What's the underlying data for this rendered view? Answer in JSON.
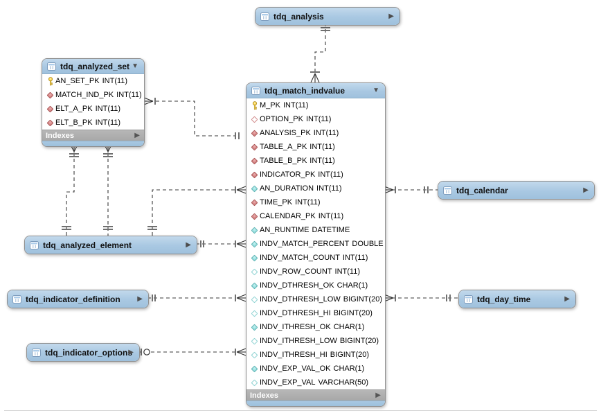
{
  "icons": {
    "collapsed_arrow": "▶",
    "expanded_arrow": "▼",
    "indexes_arrow": "▶"
  },
  "colors": {
    "header_blue": "#A9C8E2",
    "indexes_gray": "#ABABAB",
    "pk_yellow": "#FFD94F",
    "fk_red": "#C96A6A",
    "attr_cyan": "#7FD7D7"
  },
  "diagram": {
    "tables": [
      {
        "id": "tdq_analysis",
        "name": "tdq_analysis",
        "collapsed": true
      },
      {
        "id": "tdq_analyzed_set",
        "name": "tdq_analyzed_set",
        "collapsed": false,
        "footer": "Indexes",
        "columns": [
          {
            "icon": "key",
            "name": "AN_SET_PK",
            "type": "INT(11)"
          },
          {
            "icon": "fk-filled",
            "name": "MATCH_IND_PK",
            "type": "INT(11)"
          },
          {
            "icon": "fk-filled",
            "name": "ELT_A_PK",
            "type": "INT(11)"
          },
          {
            "icon": "fk-filled",
            "name": "ELT_B_PK",
            "type": "INT(11)"
          }
        ]
      },
      {
        "id": "tdq_match_indvalue",
        "name": "tdq_match_indvalue",
        "collapsed": false,
        "footer": "Indexes",
        "columns": [
          {
            "icon": "key",
            "name": "M_PK",
            "type": "INT(11)"
          },
          {
            "icon": "fk-hollow",
            "name": "OPTION_PK",
            "type": "INT(11)"
          },
          {
            "icon": "fk-filled",
            "name": "ANALYSIS_PK",
            "type": "INT(11)"
          },
          {
            "icon": "fk-filled",
            "name": "TABLE_A_PK",
            "type": "INT(11)"
          },
          {
            "icon": "fk-filled",
            "name": "TABLE_B_PK",
            "type": "INT(11)"
          },
          {
            "icon": "fk-filled",
            "name": "INDICATOR_PK",
            "type": "INT(11)"
          },
          {
            "icon": "attr-filled",
            "name": "AN_DURATION",
            "type": "INT(11)"
          },
          {
            "icon": "fk-filled",
            "name": "TIME_PK",
            "type": "INT(11)"
          },
          {
            "icon": "fk-filled",
            "name": "CALENDAR_PK",
            "type": "INT(11)"
          },
          {
            "icon": "attr-filled",
            "name": "AN_RUNTIME",
            "type": "DATETIME"
          },
          {
            "icon": "attr-filled",
            "name": "INDV_MATCH_PERCENT",
            "type": "DOUBLE"
          },
          {
            "icon": "attr-filled",
            "name": "INDV_MATCH_COUNT",
            "type": "INT(11)"
          },
          {
            "icon": "attr-hollow",
            "name": "INDV_ROW_COUNT",
            "type": "INT(11)"
          },
          {
            "icon": "attr-filled",
            "name": "INDV_DTHRESH_OK",
            "type": "CHAR(1)"
          },
          {
            "icon": "attr-hollow",
            "name": "INDV_DTHRESH_LOW",
            "type": "BIGINT(20)"
          },
          {
            "icon": "attr-hollow",
            "name": "INDV_DTHRESH_HI",
            "type": "BIGINT(20)"
          },
          {
            "icon": "attr-filled",
            "name": "INDV_ITHRESH_OK",
            "type": "CHAR(1)"
          },
          {
            "icon": "attr-hollow",
            "name": "INDV_ITHRESH_LOW",
            "type": "BIGINT(20)"
          },
          {
            "icon": "attr-hollow",
            "name": "INDV_ITHRESH_HI",
            "type": "BIGINT(20)"
          },
          {
            "icon": "attr-filled",
            "name": "INDV_EXP_VAL_OK",
            "type": "CHAR(1)"
          },
          {
            "icon": "attr-hollow",
            "name": "INDV_EXP_VAL",
            "type": "VARCHAR(50)"
          }
        ]
      },
      {
        "id": "tdq_calendar",
        "name": "tdq_calendar",
        "collapsed": true
      },
      {
        "id": "tdq_analyzed_element",
        "name": "tdq_analyzed_element",
        "collapsed": true
      },
      {
        "id": "tdq_indicator_definition",
        "name": "tdq_indicator_definition",
        "collapsed": true
      },
      {
        "id": "tdq_day_time",
        "name": "tdq_day_time",
        "collapsed": true
      },
      {
        "id": "tdq_indicator_options",
        "name": "tdq_indicator_options",
        "collapsed": true
      }
    ],
    "relationships": [
      {
        "from": "tdq_analysis",
        "to": "tdq_match_indvalue",
        "from_end": "one",
        "to_end": "many"
      },
      {
        "from": "tdq_analyzed_set",
        "to": "tdq_match_indvalue",
        "from_end": "many",
        "to_end": "one"
      },
      {
        "from": "tdq_analyzed_set",
        "to": "tdq_analyzed_element",
        "from_end": "many",
        "to_end": "one"
      },
      {
        "from": "tdq_analyzed_set",
        "to": "tdq_analyzed_element",
        "from_end": "many",
        "to_end": "one"
      },
      {
        "from": "tdq_match_indvalue",
        "to": "tdq_analyzed_element",
        "from_end": "many",
        "to_end": "one"
      },
      {
        "from": "tdq_match_indvalue",
        "to": "tdq_analyzed_element",
        "from_end": "many",
        "to_end": "one"
      },
      {
        "from": "tdq_match_indvalue",
        "to": "tdq_indicator_definition",
        "from_end": "many",
        "to_end": "one"
      },
      {
        "from": "tdq_match_indvalue",
        "to": "tdq_indicator_options",
        "from_end": "many",
        "to_end": "zero-or-one"
      },
      {
        "from": "tdq_match_indvalue",
        "to": "tdq_calendar",
        "from_end": "many",
        "to_end": "one"
      },
      {
        "from": "tdq_match_indvalue",
        "to": "tdq_day_time",
        "from_end": "many",
        "to_end": "one"
      }
    ]
  }
}
